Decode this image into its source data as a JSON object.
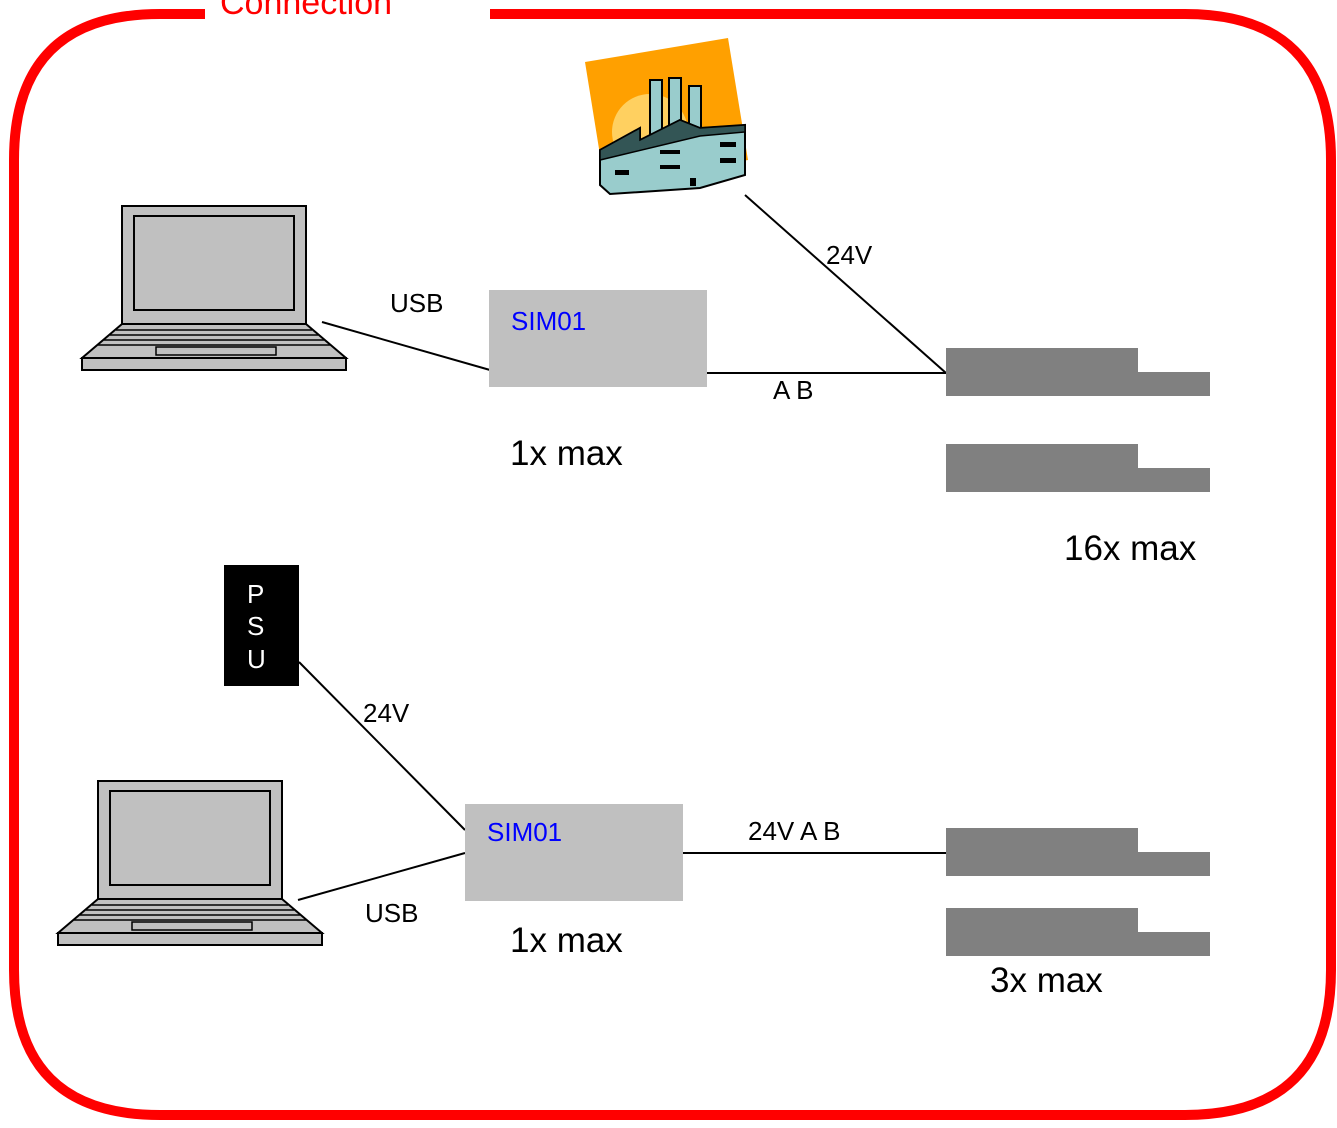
{
  "title": "Connection",
  "colors": {
    "frame": "#ff0000",
    "sim_box": "#c0c0c0",
    "sim_label": "#0000ff",
    "sensor": "#808080",
    "psu": "#000000",
    "factory_sky": "#ffa000",
    "factory_building": "#99cccc"
  },
  "top": {
    "sim_label": "SIM01",
    "usb_label": "USB",
    "ab_label": "A B",
    "power_label": "24V",
    "sim_count": "1x max",
    "sensor_count": "16x max",
    "laptop_icon": "laptop-icon",
    "factory_icon": "factory-icon"
  },
  "bottom": {
    "psu_label": [
      "P",
      "S",
      "U"
    ],
    "power_label": "24V",
    "sim_label": "SIM01",
    "usb_label": "USB",
    "bus_label": "24V A B",
    "sim_count": "1x max",
    "sensor_count": "3x max",
    "laptop_icon": "laptop-icon"
  }
}
